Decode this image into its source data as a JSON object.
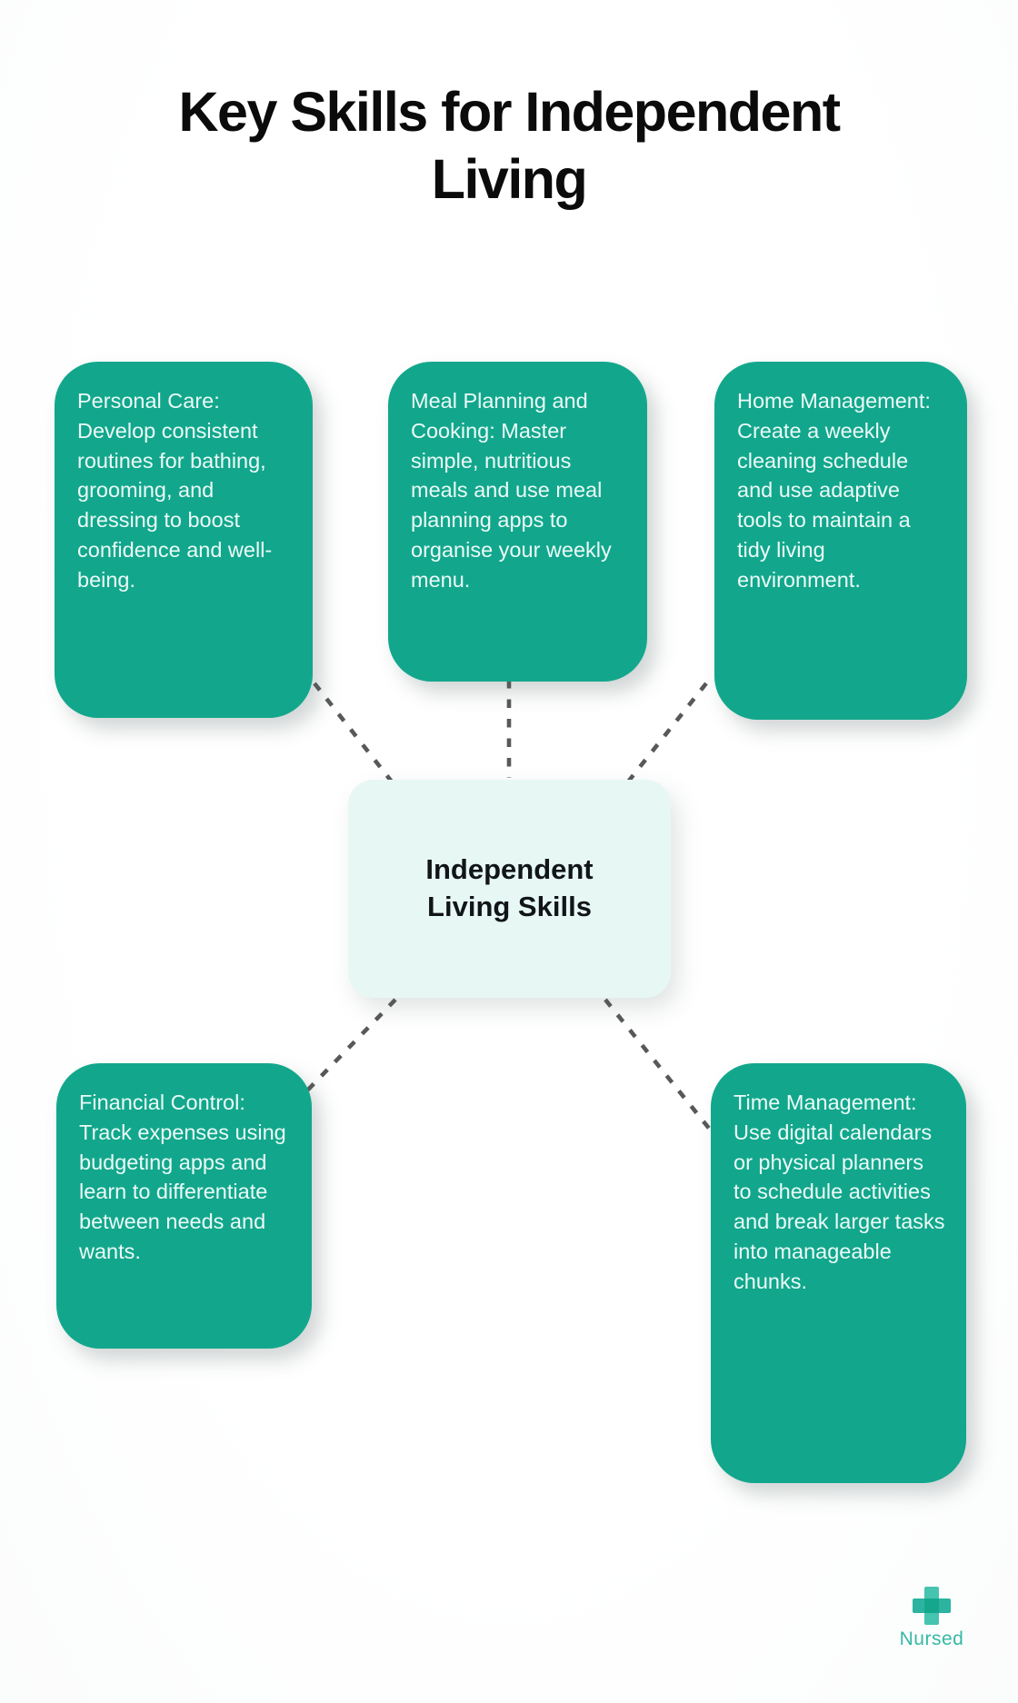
{
  "title": "Key Skills for Independent Living",
  "center_node": {
    "label": "Independent Living Skills"
  },
  "skill_nodes": [
    {
      "id": "personal-care",
      "text": "Personal Care: Develop consistent routines for bathing, grooming, and dressing to boost confidence and well-being."
    },
    {
      "id": "meal-planning-cooking",
      "text": "Meal Planning and Cooking: Master simple, nutritious meals and use meal planning apps to organise your weekly menu."
    },
    {
      "id": "home-management",
      "text": "Home Management: Create a weekly cleaning schedule and use adaptive tools to maintain a tidy living environment."
    },
    {
      "id": "financial-control",
      "text": "Financial Control: Track expenses using budgeting apps and learn to differentiate between needs and wants."
    },
    {
      "id": "time-management",
      "text": "Time Management: Use digital calendars or physical planners to schedule activities and break larger tasks into manageable chunks."
    }
  ],
  "logo": {
    "brand": "Nursed",
    "icon": "medical-cross-icon"
  },
  "colors": {
    "title_text": "#0b0b0b",
    "skill_node_bg": "#12a78c",
    "skill_node_text": "#ecfaf7",
    "center_bg": "#e7f8f4",
    "center_text": "#111518",
    "connector": "#585858",
    "logo_teal": "#35b9a5",
    "cross_vertical": "#46c4b0",
    "cross_horizontal": "#2cb4a0",
    "cross_overlap": "#14a78e"
  }
}
